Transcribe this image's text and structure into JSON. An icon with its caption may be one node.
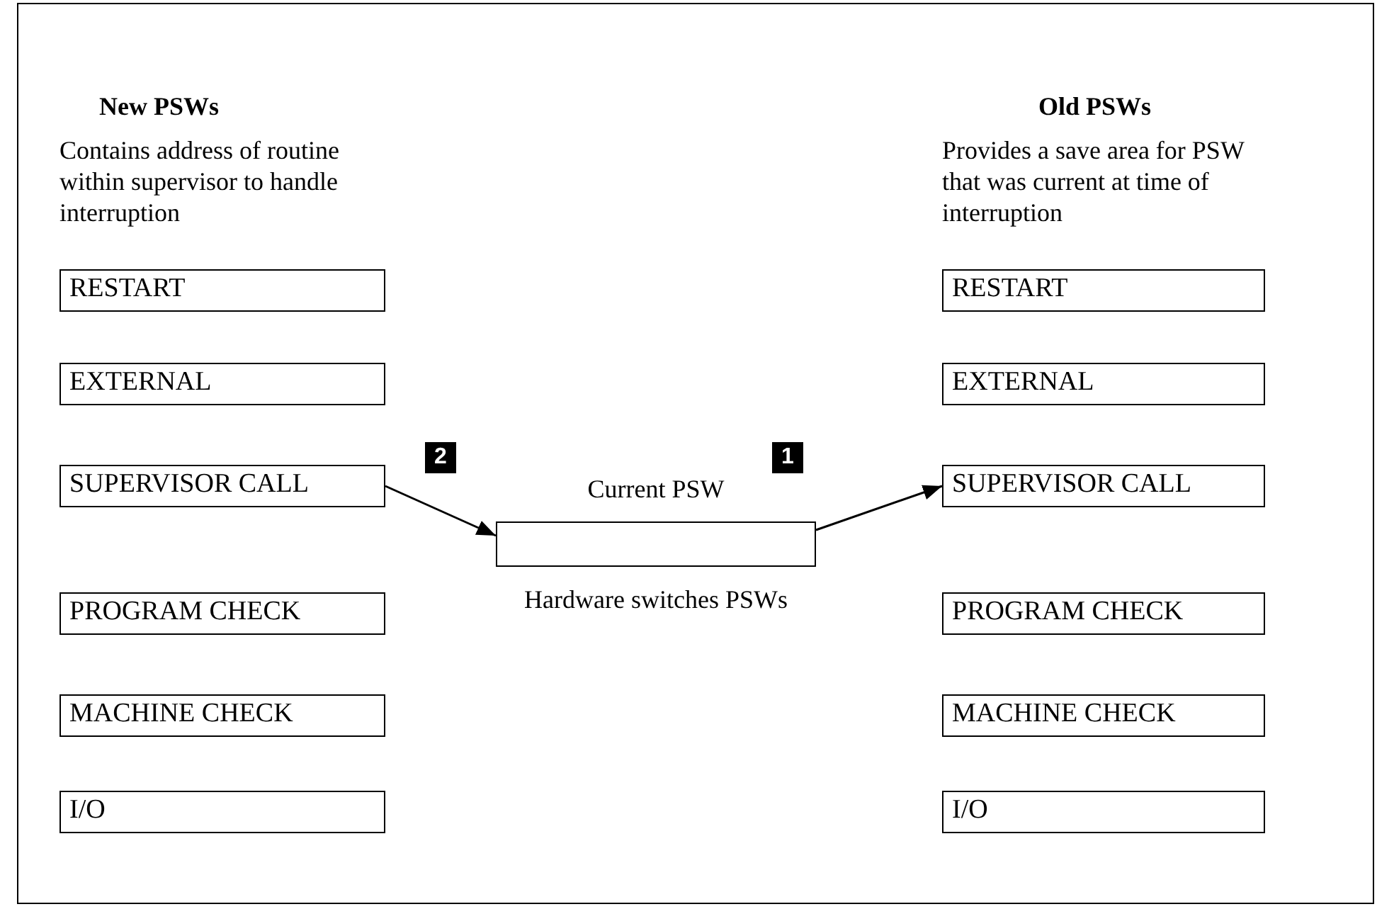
{
  "diagram": {
    "nodes": [
      {
        "text": [
          "RESTART"
        ]
      },
      {
        "text": [
          "EXTERNAL"
        ]
      },
      {
        "text": [
          "SUPERVISOR CALL"
        ]
      },
      {
        "text": [
          "PROGRAM CHECK"
        ]
      },
      {
        "text": [
          "MACHINE CHECK"
        ]
      },
      {
        "text": [
          "I/O"
        ]
      },
      {
        "text": [
          "Current PSW"
        ],
        "beside": [
          "Hardware switches PSWs"
        ]
      },
      {
        "text": [
          "RESTART"
        ]
      },
      {
        "text": [
          "EXTERNAL"
        ]
      },
      {
        "text": [
          "SUPERVISOR CALL"
        ]
      },
      {
        "text": [
          "PROGRAM CHECK"
        ]
      },
      {
        "text": [
          "MACHINE CHECK"
        ]
      },
      {
        "text": [
          "I/O"
        ]
      }
    ],
    "edges": [
      {
        "from": 2,
        "to": 6,
        "arrow": "to"
      },
      {
        "from": 6,
        "to": 9,
        "arrow": "to"
      }
    ],
    "labels": [
      "New PSWs",
      "Old PSWs",
      "Contains address of routine within supervisor to handle interruption",
      "Provides a save area for PSW that was current at time of interruption",
      "2",
      "1"
    ]
  }
}
